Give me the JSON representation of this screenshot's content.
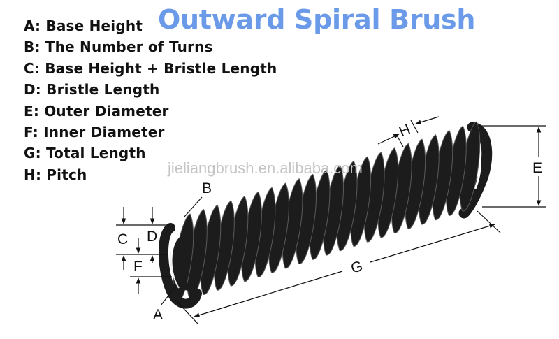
{
  "title": "Outward Spiral Brush",
  "legend": [
    {
      "key": "A",
      "text": "A: Base Height"
    },
    {
      "key": "B",
      "text": "B: The Number of Turns"
    },
    {
      "key": "C",
      "text": "C: Base Height + Bristle Length"
    },
    {
      "key": "D",
      "text": "D: Bristle Length"
    },
    {
      "key": "E",
      "text": "E: Outer Diameter"
    },
    {
      "key": "F",
      "text": "F: Inner Diameter"
    },
    {
      "key": "G",
      "text": "G: Total Length"
    },
    {
      "key": "H",
      "text": "H: Pitch"
    }
  ],
  "watermark": "jieliangbrush.en.alibaba.com",
  "dimension_labels": {
    "A": "A",
    "B": "B",
    "C": "C",
    "D": "D",
    "E": "E",
    "F": "F",
    "G": "G",
    "H": "H"
  },
  "colors": {
    "title": "#6b9be8",
    "text": "#111111",
    "brush": "#1c1c1c",
    "watermark": "#c4c4c4"
  }
}
